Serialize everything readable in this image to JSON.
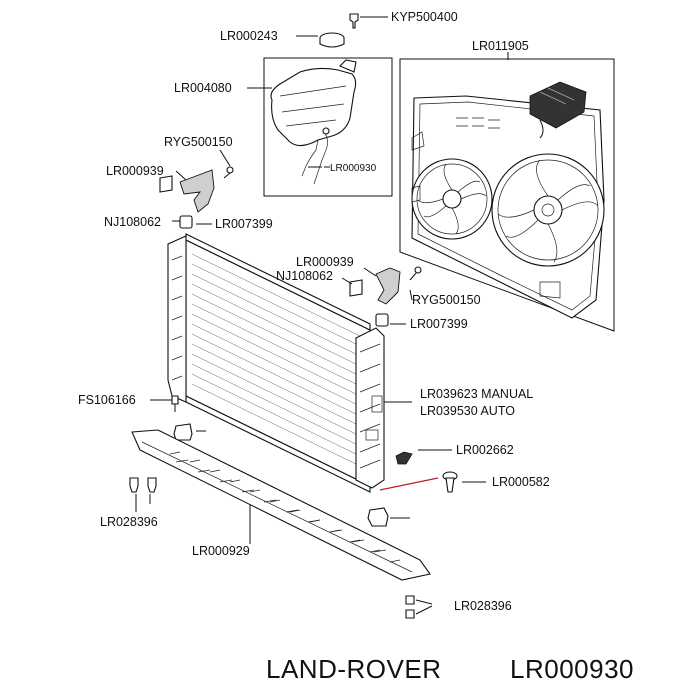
{
  "labels": {
    "kyp500400": "KYP500400",
    "lr000243": "LR000243",
    "lr011905": "LR011905",
    "lr004080": "LR004080",
    "ryg500150_top": "RYG500150",
    "lr000930": "LR000930",
    "lr000939_top": "LR000939",
    "nj108062_top": "NJ108062",
    "lr007399_top": "LR007399",
    "lr000939_mid": "LR000939",
    "nj108062_mid": "NJ108062",
    "ryg500150_mid": "RYG500150",
    "lr007399_mid": "LR007399",
    "fs106166": "FS106166",
    "lr039623": "LR039623 MANUAL",
    "lr039530": "LR039530 AUTO",
    "lr002662": "LR002662",
    "lr000582": "LR000582",
    "lr028396_left": "LR028396",
    "lr000929": "LR000929",
    "lr028396_bottom": "LR028396"
  },
  "footer": {
    "brand": "LAND-ROVER",
    "part_number": "LR000930"
  }
}
